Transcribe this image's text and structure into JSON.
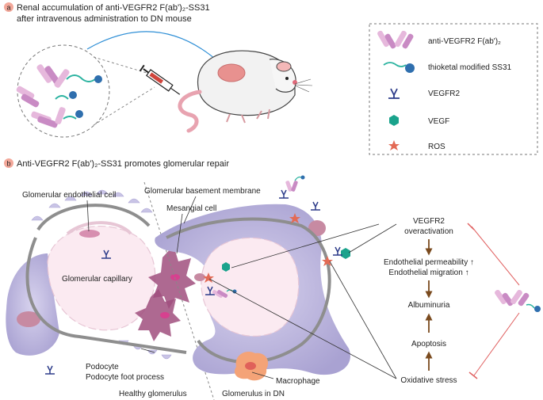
{
  "panel_a": {
    "badge": "a",
    "title_line1": "Renal accumulation of anti-VEGFR2 F(ab')₂-SS31",
    "title_line2": "after intravenous administration to DN mouse"
  },
  "legend": {
    "items": [
      {
        "icon": "fab-fragment-icon",
        "label": "anti-VEGFR2 F(ab')₂"
      },
      {
        "icon": "thioketal-ss31-icon",
        "label": "thioketal modified SS31"
      },
      {
        "icon": "vegfr2-receptor-icon",
        "label": "VEGFR2"
      },
      {
        "icon": "vegf-hexagon-icon",
        "label": "VEGF"
      },
      {
        "icon": "ros-star-icon",
        "label": "ROS"
      }
    ]
  },
  "panel_b": {
    "badge": "b",
    "title": "Anti-VEGFR2 F(ab')₂-SS31 promotes glomerular repair",
    "labels": {
      "endothelial": "Glomerular endothelial cell",
      "gbm": "Glomerular basement membrane",
      "mesangial": "Mesangial cell",
      "capillary": "Glomerular capillary",
      "podocyte": "Podocyte",
      "foot_process": "Podocyte foot process",
      "healthy": "Healthy glomerulus",
      "dn": "Glomerulus in DN",
      "macrophage": "Macrophage"
    },
    "flow": {
      "vegfr2_1": "VEGFR2",
      "vegfr2_2": "overactivation",
      "perm": "Endothelial permeability ↑",
      "migr": "Endothelial migration ↑",
      "albuminuria": "Albuminuria",
      "apoptosis": "Apoptosis",
      "oxidative": "Oxidative stress"
    }
  },
  "colors": {
    "fab_light": "#e6b8dc",
    "fab_dark": "#c98bc4",
    "linker": "#2bb3a0",
    "ss31": "#2f6fae",
    "receptor": "#2d3c8a",
    "vegf": "#1aa38c",
    "ros": "#e36a55",
    "podocyte": "#b9b3dc",
    "inhibit": "#e06060",
    "arrow": "#7a4a1e",
    "badge": "#f3a89a"
  }
}
